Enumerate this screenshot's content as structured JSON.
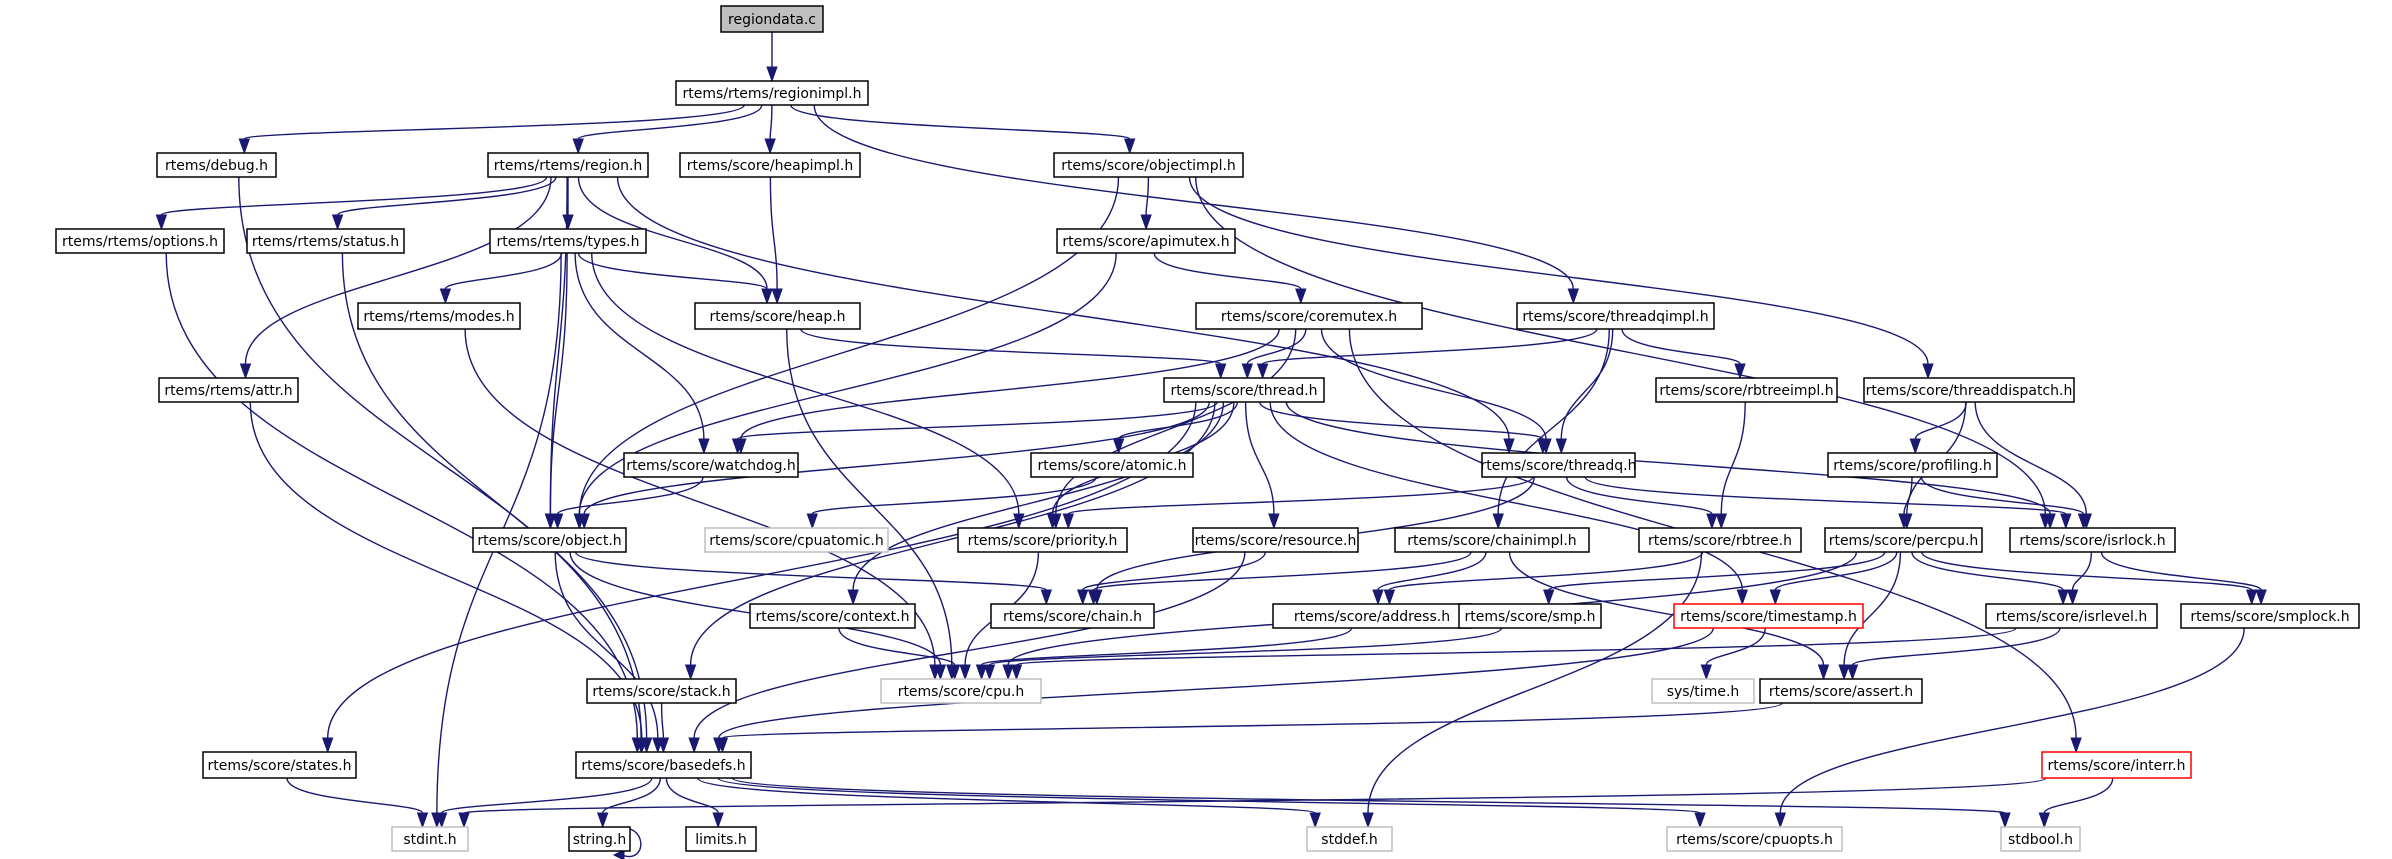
{
  "diagram": {
    "type": "include-dependency-graph",
    "root": "regiondata.c",
    "colors": {
      "edge": "#191970",
      "node_border": "#000000",
      "root_fill": "#bfbfbf",
      "external_border": "#bfbfbf",
      "truncated_border": "#ff0000"
    },
    "nodes": [
      {
        "id": "regiondata_c",
        "label": "regiondata.c",
        "kind": "root"
      },
      {
        "id": "regionimpl",
        "label": "rtems/rtems/regionimpl.h",
        "kind": "normal"
      },
      {
        "id": "debug",
        "label": "rtems/debug.h",
        "kind": "normal"
      },
      {
        "id": "region",
        "label": "rtems/rtems/region.h",
        "kind": "normal"
      },
      {
        "id": "heapimpl",
        "label": "rtems/score/heapimpl.h",
        "kind": "normal"
      },
      {
        "id": "objectimpl",
        "label": "rtems/score/objectimpl.h",
        "kind": "normal"
      },
      {
        "id": "options",
        "label": "rtems/rtems/options.h",
        "kind": "normal"
      },
      {
        "id": "status",
        "label": "rtems/rtems/status.h",
        "kind": "normal"
      },
      {
        "id": "types",
        "label": "rtems/rtems/types.h",
        "kind": "normal"
      },
      {
        "id": "apimutex",
        "label": "rtems/score/apimutex.h",
        "kind": "normal"
      },
      {
        "id": "modes",
        "label": "rtems/rtems/modes.h",
        "kind": "normal"
      },
      {
        "id": "heap",
        "label": "rtems/score/heap.h",
        "kind": "normal"
      },
      {
        "id": "coremutex",
        "label": "rtems/score/coremutex.h",
        "kind": "normal"
      },
      {
        "id": "threadqimpl",
        "label": "rtems/score/threadqimpl.h",
        "kind": "normal"
      },
      {
        "id": "attr",
        "label": "rtems/rtems/attr.h",
        "kind": "normal"
      },
      {
        "id": "thread",
        "label": "rtems/score/thread.h",
        "kind": "normal"
      },
      {
        "id": "rbtreeimpl",
        "label": "rtems/score/rbtreeimpl.h",
        "kind": "normal"
      },
      {
        "id": "threaddispatch",
        "label": "rtems/score/threaddispatch.h",
        "kind": "normal"
      },
      {
        "id": "watchdog",
        "label": "rtems/score/watchdog.h",
        "kind": "normal"
      },
      {
        "id": "atomic",
        "label": "rtems/score/atomic.h",
        "kind": "normal"
      },
      {
        "id": "threadq",
        "label": "rtems/score/threadq.h",
        "kind": "normal"
      },
      {
        "id": "profiling",
        "label": "rtems/score/profiling.h",
        "kind": "normal"
      },
      {
        "id": "object",
        "label": "rtems/score/object.h",
        "kind": "normal"
      },
      {
        "id": "cpuatomic",
        "label": "rtems/score/cpuatomic.h",
        "kind": "external"
      },
      {
        "id": "priority",
        "label": "rtems/score/priority.h",
        "kind": "normal"
      },
      {
        "id": "resource",
        "label": "rtems/score/resource.h",
        "kind": "normal"
      },
      {
        "id": "chainimpl",
        "label": "rtems/score/chainimpl.h",
        "kind": "normal"
      },
      {
        "id": "rbtree",
        "label": "rtems/score/rbtree.h",
        "kind": "normal"
      },
      {
        "id": "percpu",
        "label": "rtems/score/percpu.h",
        "kind": "normal"
      },
      {
        "id": "isrlock",
        "label": "rtems/score/isrlock.h",
        "kind": "normal"
      },
      {
        "id": "context",
        "label": "rtems/score/context.h",
        "kind": "normal"
      },
      {
        "id": "chain",
        "label": "rtems/score/chain.h",
        "kind": "normal"
      },
      {
        "id": "address",
        "label": "rtems/score/address.h",
        "kind": "normal"
      },
      {
        "id": "smp",
        "label": "rtems/score/smp.h",
        "kind": "normal"
      },
      {
        "id": "timestamp",
        "label": "rtems/score/timestamp.h",
        "kind": "truncated"
      },
      {
        "id": "isrlevel",
        "label": "rtems/score/isrlevel.h",
        "kind": "normal"
      },
      {
        "id": "smplock",
        "label": "rtems/score/smplock.h",
        "kind": "normal"
      },
      {
        "id": "stack",
        "label": "rtems/score/stack.h",
        "kind": "normal"
      },
      {
        "id": "cpu",
        "label": "rtems/score/cpu.h",
        "kind": "external"
      },
      {
        "id": "systime",
        "label": "sys/time.h",
        "kind": "external"
      },
      {
        "id": "assert",
        "label": "rtems/score/assert.h",
        "kind": "normal"
      },
      {
        "id": "states",
        "label": "rtems/score/states.h",
        "kind": "normal"
      },
      {
        "id": "basedefs",
        "label": "rtems/score/basedefs.h",
        "kind": "normal"
      },
      {
        "id": "interr",
        "label": "rtems/score/interr.h",
        "kind": "truncated"
      },
      {
        "id": "stdint",
        "label": "stdint.h",
        "kind": "external"
      },
      {
        "id": "string",
        "label": "string.h",
        "kind": "normal"
      },
      {
        "id": "limits",
        "label": "limits.h",
        "kind": "normal"
      },
      {
        "id": "stddef",
        "label": "stddef.h",
        "kind": "external"
      },
      {
        "id": "cpuopts",
        "label": "rtems/score/cpuopts.h",
        "kind": "external"
      },
      {
        "id": "stdbool",
        "label": "stdbool.h",
        "kind": "external"
      }
    ],
    "edges": [
      [
        "regiondata_c",
        "regionimpl"
      ],
      [
        "regionimpl",
        "debug"
      ],
      [
        "regionimpl",
        "region"
      ],
      [
        "regionimpl",
        "heapimpl"
      ],
      [
        "regionimpl",
        "objectimpl"
      ],
      [
        "regionimpl",
        "threadqimpl"
      ],
      [
        "debug",
        "basedefs"
      ],
      [
        "region",
        "options"
      ],
      [
        "region",
        "status"
      ],
      [
        "region",
        "types"
      ],
      [
        "region",
        "attr"
      ],
      [
        "region",
        "heap"
      ],
      [
        "region",
        "object"
      ],
      [
        "region",
        "threadq"
      ],
      [
        "heapimpl",
        "heap"
      ],
      [
        "objectimpl",
        "apimutex"
      ],
      [
        "objectimpl",
        "object"
      ],
      [
        "objectimpl",
        "threaddispatch"
      ],
      [
        "objectimpl",
        "isrlock"
      ],
      [
        "options",
        "basedefs"
      ],
      [
        "status",
        "basedefs"
      ],
      [
        "types",
        "modes"
      ],
      [
        "types",
        "heap"
      ],
      [
        "types",
        "object"
      ],
      [
        "types",
        "watchdog"
      ],
      [
        "types",
        "priority"
      ],
      [
        "types",
        "stdint"
      ],
      [
        "apimutex",
        "coremutex"
      ],
      [
        "apimutex",
        "object"
      ],
      [
        "modes",
        "cpu"
      ],
      [
        "heap",
        "thread"
      ],
      [
        "heap",
        "cpu"
      ],
      [
        "coremutex",
        "thread"
      ],
      [
        "coremutex",
        "threadq"
      ],
      [
        "coremutex",
        "watchdog"
      ],
      [
        "coremutex",
        "priority"
      ],
      [
        "coremutex",
        "interr"
      ],
      [
        "threadqimpl",
        "thread"
      ],
      [
        "threadqimpl",
        "threadq"
      ],
      [
        "threadqimpl",
        "rbtreeimpl"
      ],
      [
        "threadqimpl",
        "chainimpl"
      ],
      [
        "attr",
        "basedefs"
      ],
      [
        "thread",
        "watchdog"
      ],
      [
        "thread",
        "atomic"
      ],
      [
        "thread",
        "threadq"
      ],
      [
        "thread",
        "object"
      ],
      [
        "thread",
        "priority"
      ],
      [
        "thread",
        "resource"
      ],
      [
        "thread",
        "context"
      ],
      [
        "thread",
        "stack"
      ],
      [
        "thread",
        "states"
      ],
      [
        "thread",
        "isrlock"
      ],
      [
        "thread",
        "timestamp"
      ],
      [
        "rbtreeimpl",
        "rbtree"
      ],
      [
        "threaddispatch",
        "percpu"
      ],
      [
        "threaddispatch",
        "profiling"
      ],
      [
        "threaddispatch",
        "isrlock"
      ],
      [
        "watchdog",
        "object"
      ],
      [
        "atomic",
        "cpuatomic"
      ],
      [
        "threadq",
        "priority"
      ],
      [
        "threadq",
        "rbtree"
      ],
      [
        "threadq",
        "chain"
      ],
      [
        "threadq",
        "isrlock"
      ],
      [
        "profiling",
        "percpu"
      ],
      [
        "profiling",
        "isrlock"
      ],
      [
        "object",
        "chain"
      ],
      [
        "object",
        "cpu"
      ],
      [
        "object",
        "basedefs"
      ],
      [
        "priority",
        "cpu"
      ],
      [
        "resource",
        "chain"
      ],
      [
        "resource",
        "basedefs"
      ],
      [
        "chainimpl",
        "chain"
      ],
      [
        "chainimpl",
        "address"
      ],
      [
        "chainimpl",
        "assert"
      ],
      [
        "rbtree",
        "address"
      ],
      [
        "rbtree",
        "stddef"
      ],
      [
        "percpu",
        "cpu"
      ],
      [
        "percpu",
        "smp"
      ],
      [
        "percpu",
        "timestamp"
      ],
      [
        "percpu",
        "isrlevel"
      ],
      [
        "percpu",
        "smplock"
      ],
      [
        "percpu",
        "assert"
      ],
      [
        "isrlock",
        "isrlevel"
      ],
      [
        "isrlock",
        "smplock"
      ],
      [
        "context",
        "cpu"
      ],
      [
        "address",
        "cpu"
      ],
      [
        "smp",
        "cpu"
      ],
      [
        "timestamp",
        "systime"
      ],
      [
        "timestamp",
        "basedefs"
      ],
      [
        "isrlevel",
        "cpu"
      ],
      [
        "isrlevel",
        "assert"
      ],
      [
        "smplock",
        "cpuopts"
      ],
      [
        "stack",
        "basedefs"
      ],
      [
        "assert",
        "basedefs"
      ],
      [
        "states",
        "stdint"
      ],
      [
        "basedefs",
        "stdint"
      ],
      [
        "basedefs",
        "string"
      ],
      [
        "basedefs",
        "limits"
      ],
      [
        "basedefs",
        "stddef"
      ],
      [
        "basedefs",
        "cpuopts"
      ],
      [
        "basedefs",
        "stdbool"
      ],
      [
        "string",
        "string"
      ],
      [
        "interr",
        "stdint"
      ],
      [
        "interr",
        "stdbool"
      ]
    ]
  }
}
